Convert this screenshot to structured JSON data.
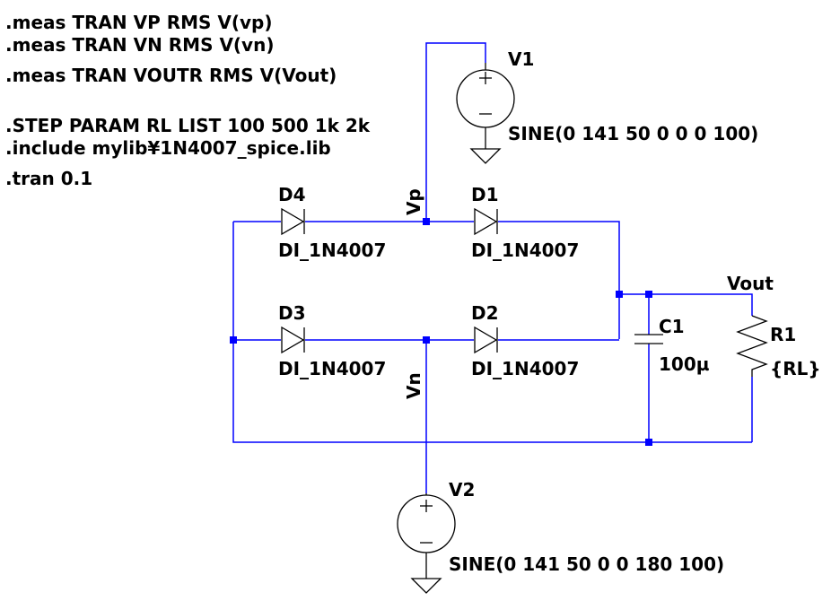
{
  "directives": [
    ".meas TRAN VP RMS V(vp)",
    ".meas TRAN VN RMS V(vn)",
    ".meas TRAN VOUTR RMS V(Vout)",
    ".STEP PARAM RL LIST 100 500 1k 2k",
    ".include mylib¥1N4007_spice.lib",
    ".tran 0.1"
  ],
  "sources": {
    "v1": {
      "name": "V1",
      "value": "SINE(0 141 50 0 0 0 100)"
    },
    "v2": {
      "name": "V2",
      "value": "SINE(0 141 50 0 0 180 100)"
    }
  },
  "diodes": {
    "d1": {
      "name": "D1",
      "model": "DI_1N4007"
    },
    "d2": {
      "name": "D2",
      "model": "DI_1N4007"
    },
    "d3": {
      "name": "D3",
      "model": "DI_1N4007"
    },
    "d4": {
      "name": "D4",
      "model": "DI_1N4007"
    }
  },
  "capacitor": {
    "name": "C1",
    "value": "100µ"
  },
  "resistor": {
    "name": "R1",
    "value": "{RL}"
  },
  "nets": {
    "vp": "Vp",
    "vn": "Vn",
    "vout": "Vout"
  },
  "colors": {
    "wire": "#0000ff",
    "component": "#000000",
    "background": "#ffffff"
  }
}
